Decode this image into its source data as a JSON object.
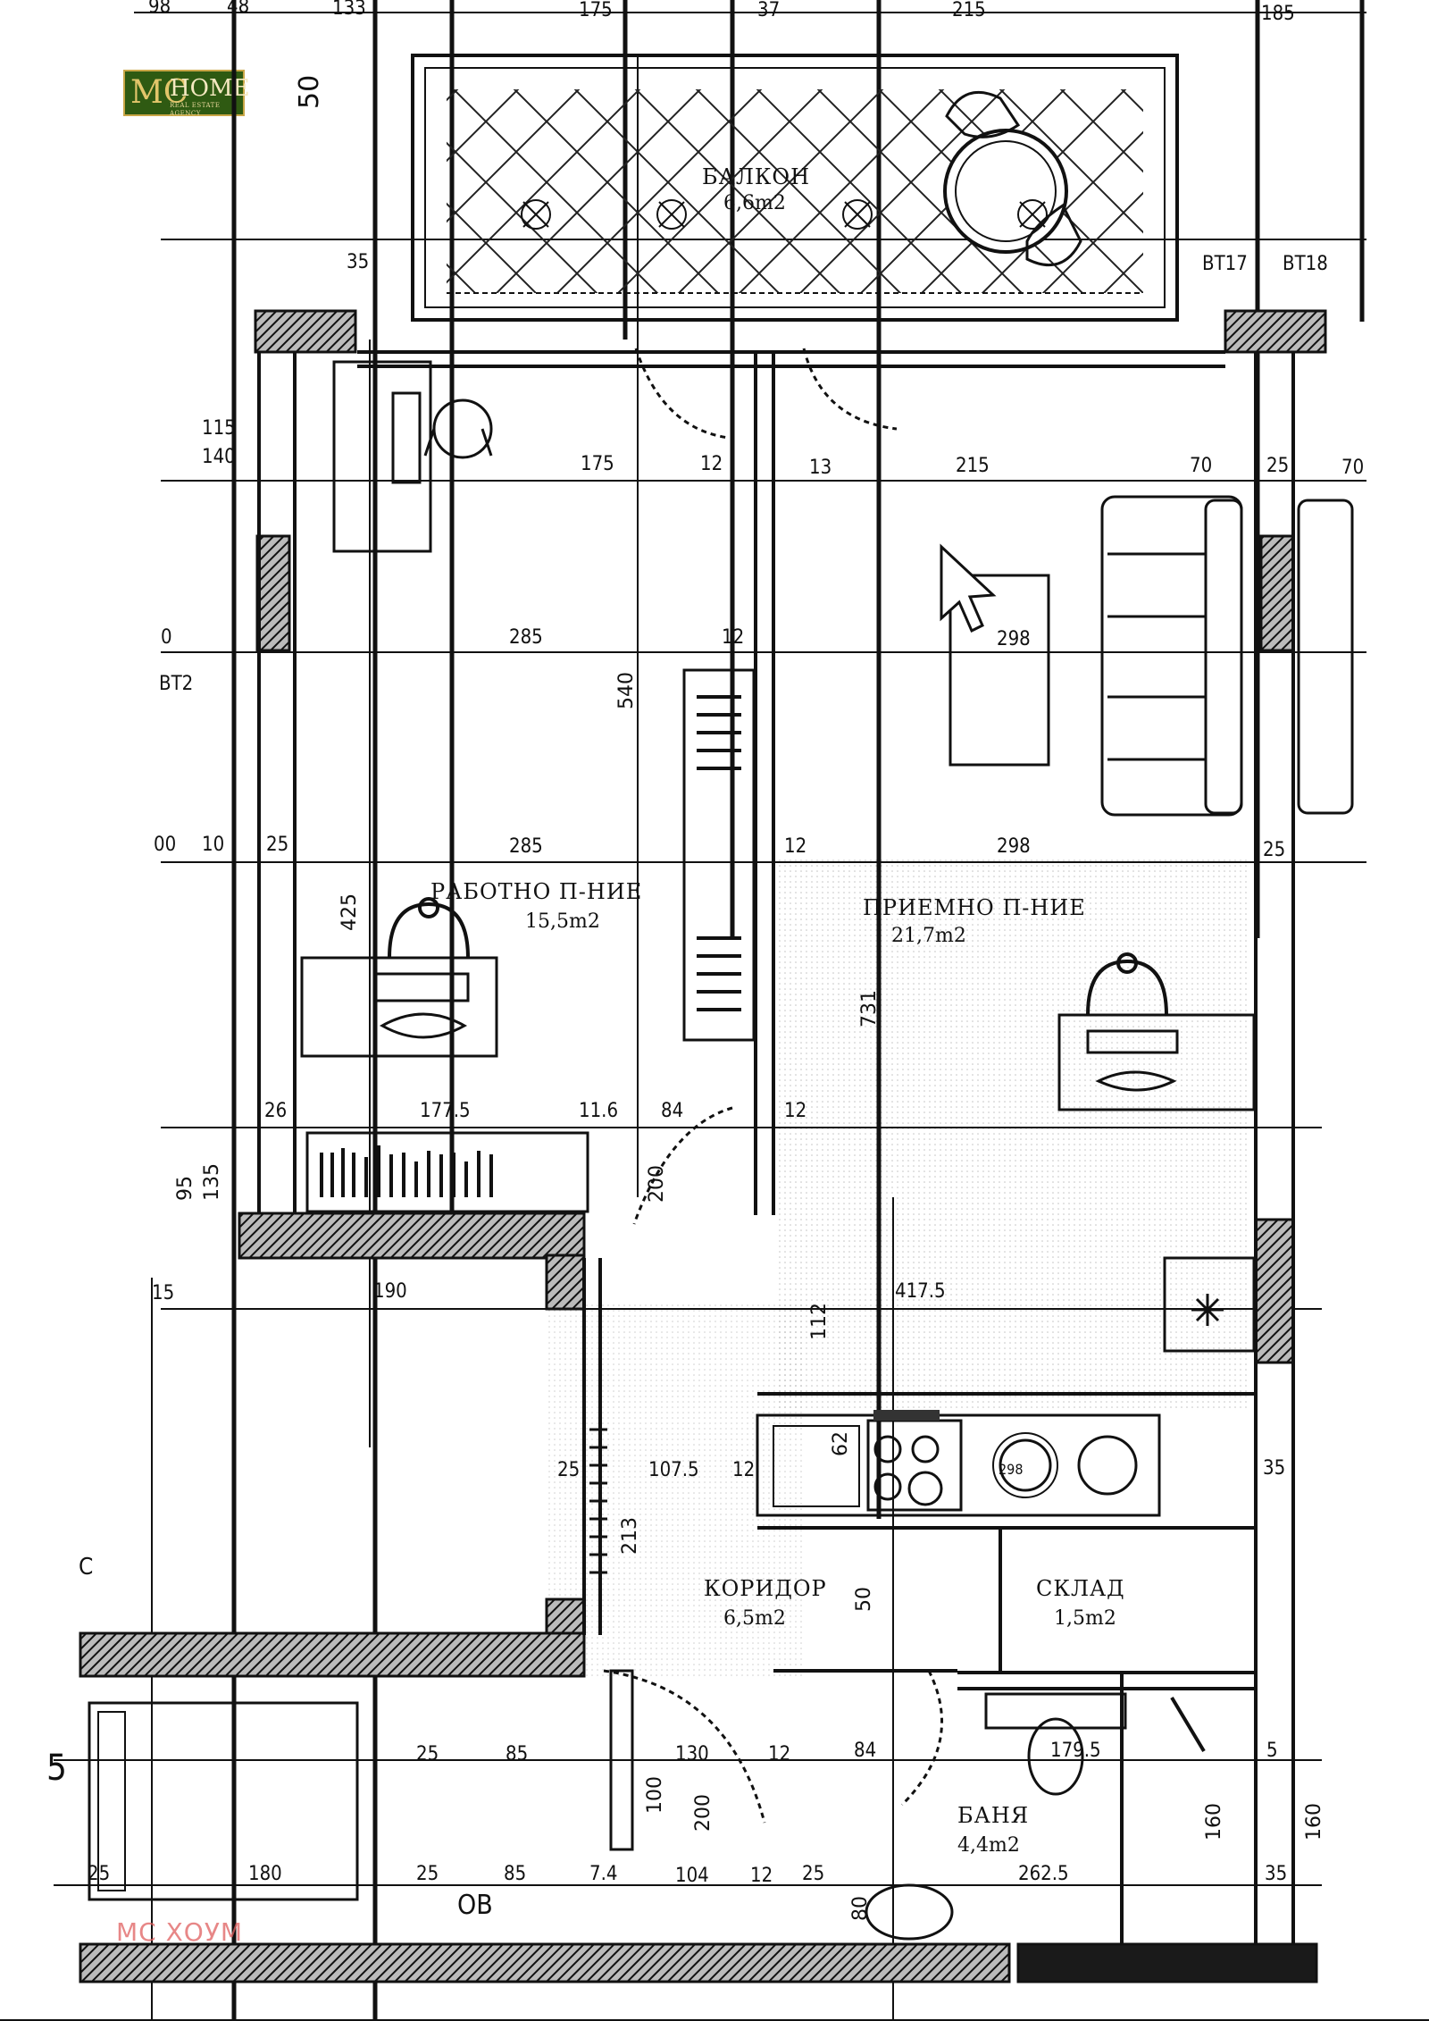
{
  "logo": {
    "mark": "MC",
    "word": "HOME",
    "tagline": "REAL ESTATE AGENCY"
  },
  "watermark": "МС ХОУМ",
  "rooms": {
    "balcony": {
      "name": "БАЛКОН",
      "area": "6,6m2"
    },
    "study": {
      "name": "РАБОТНО П-НИЕ",
      "area": "15,5m2"
    },
    "living": {
      "name": "ПРИЕМНО П-НИЕ",
      "area": "21,7m2"
    },
    "corridor": {
      "name": "КОРИДОР",
      "area": "6,5m2"
    },
    "storage": {
      "name": "СКЛАД",
      "area": "1,5m2"
    },
    "bath": {
      "name": "БАНЯ",
      "area": "4,4m2"
    }
  },
  "tags": {
    "bt17": "BT17",
    "bt18": "BT18",
    "bt2": "BT2",
    "ov": "OB",
    "c": "C",
    "five": "5"
  },
  "dims": {
    "top_98": "98",
    "top_48": "48",
    "top_133": "133",
    "top_175": "175",
    "top_37": "37",
    "top_215": "215",
    "top_185": "185",
    "v50": "50",
    "r1_175": "175",
    "r1_12a": "12",
    "r1_13": "13",
    "r1_215": "215",
    "r1_70a": "70",
    "r1_25": "25",
    "r1_70b": "70",
    "r2_0": "0",
    "r2_285": "285",
    "r2_12": "12",
    "r2_298": "298",
    "r3_00": "00",
    "r3_10": "10",
    "r3_25": "25",
    "r3_285": "285",
    "r3_12": "12",
    "r3_298": "298",
    "r3_25b": "25",
    "v540": "540",
    "v425": "425",
    "v731": "731",
    "r4_26": "26",
    "r4_1775": "177.5",
    "r4_116": "11.6",
    "r4_84": "84",
    "r4_12": "12",
    "r5_190": "190",
    "r5_4175": "417.5",
    "v112": "112",
    "r6_1075": "107.5",
    "r6_12": "12",
    "r6_25": "25",
    "r6_35": "35",
    "v213": "213",
    "v50b": "50",
    "r7_25": "25",
    "r7_85": "85",
    "r7_130": "130",
    "r7_12": "12",
    "r7_84": "84",
    "r7_1795": "179.5",
    "r7_5": "5",
    "v160a": "160",
    "v160b": "160",
    "r8_25": "25",
    "r8_180": "180",
    "r8_25b": "25",
    "r8_85": "85",
    "r8_74": "7.4",
    "r8_104": "104",
    "r8_12": "12",
    "r8_25c": "25",
    "r8_2625": "262.5",
    "r8_35": "35",
    "d115": "115",
    "d140": "140",
    "d35": "35",
    "d15": "15",
    "d298": "298",
    "d62": "62",
    "d200a": "200",
    "d80": "80",
    "d100": "100",
    "d200b": "200",
    "d95": "95",
    "d135": "135"
  }
}
